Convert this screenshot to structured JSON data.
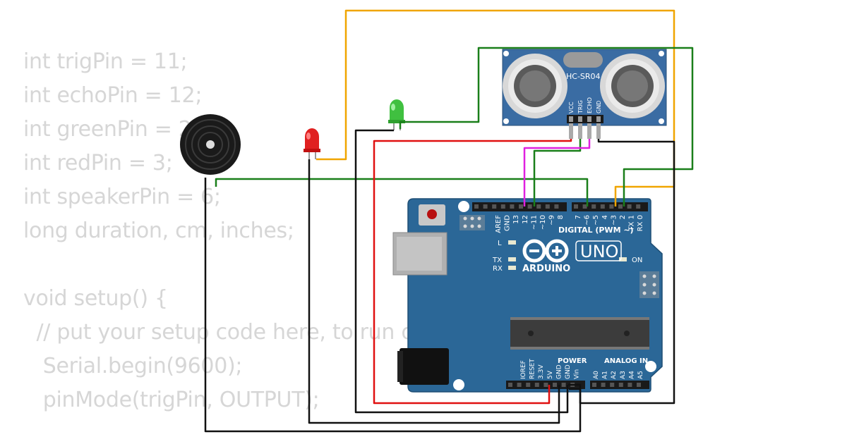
{
  "code_lines": [
    "int trigPin = 11;",
    "int echoPin = 12;",
    "int greenPin = 2;",
    "int redPin = 3;",
    "int speakerPin = 6;",
    "long duration, cm, inches;",
    "",
    "void setup() {",
    "  // put your setup code here, to run once:",
    "   Serial.begin(9600);",
    "   pinMode(trigPin, OUTPUT);"
  ],
  "sensor": {
    "model": "HC-SR04",
    "pins": [
      "VCC",
      "TRIG",
      "ECHO",
      "GND"
    ]
  },
  "arduino": {
    "brand": "ARDUINO",
    "model": "UNO",
    "digital_header_label": "DIGITAL (PWM ~)",
    "digital_left_pins": [
      "AREF",
      "GND",
      "13",
      "12",
      "~11",
      "~10",
      "~9",
      "8"
    ],
    "digital_right_pins": [
      "7",
      "~6",
      "~5",
      "4",
      "~3",
      "2",
      "TX 1",
      "RX 0"
    ],
    "power_label": "POWER",
    "power_pins": [
      "IOREF",
      "RESET",
      "3.3V",
      "5V",
      "GND",
      "GND",
      "Vin"
    ],
    "analog_label": "ANALOG IN",
    "analog_pins": [
      "A0",
      "A1",
      "A2",
      "A3",
      "A4",
      "A5"
    ],
    "led_l": "L",
    "led_tx": "TX",
    "led_rx": "RX",
    "led_on": "ON"
  },
  "colors": {
    "board": "#2d6a96",
    "sensor": "#3a6ea5",
    "wire_orange": "#f0a500",
    "wire_green": "#1a7f1a",
    "wire_red": "#e01010",
    "wire_magenta": "#e020e0",
    "wire_black": "#111111"
  }
}
